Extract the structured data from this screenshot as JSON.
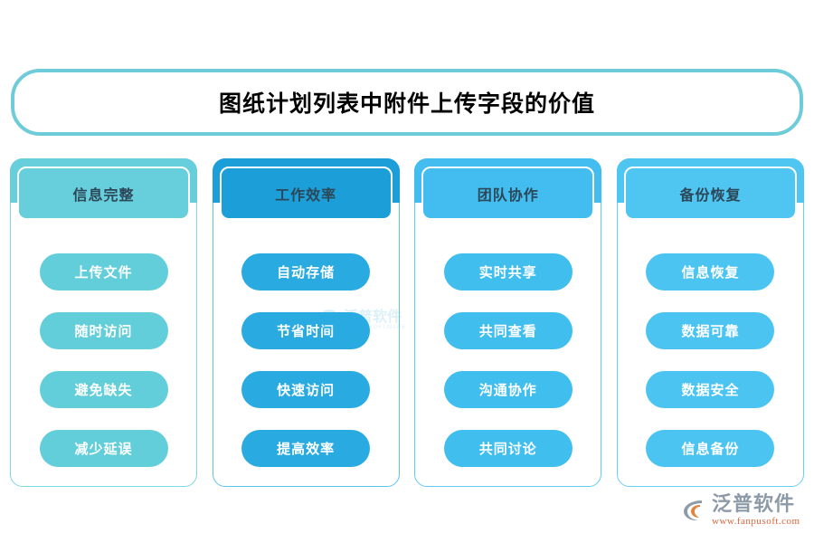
{
  "title": {
    "text": "图纸计划列表中附件上传字段的价值"
  },
  "columns": [
    {
      "header": "信息完整",
      "accent": "#62CEDA",
      "items": [
        "上传文件",
        "随时访问",
        "避免缺失",
        "减少延误"
      ]
    },
    {
      "header": "工作效率",
      "accent": "#29ABE2",
      "items": [
        "自动存储",
        "节省时间",
        "快速访问",
        "提高效率"
      ]
    },
    {
      "header": "团队协作",
      "accent": "#40BEEE",
      "items": [
        "实时共享",
        "共同查看",
        "沟通协作",
        "共同讨论"
      ]
    },
    {
      "header": "备份恢复",
      "accent": "#4CC4F1",
      "items": [
        "信息恢复",
        "数据可靠",
        "数据安全",
        "信息备份"
      ]
    }
  ],
  "watermark": {
    "cn": "泛普软件",
    "en": "FANPU SOFTWARE"
  },
  "brand": {
    "cn": "泛普软件",
    "url": "www.fanpusoft.com"
  }
}
